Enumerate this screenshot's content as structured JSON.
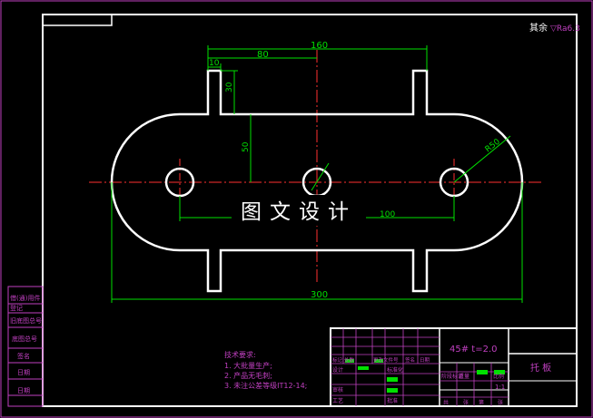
{
  "top_right_note": "其余",
  "roughness_symbol": "▽Ra6.3",
  "dimensions": {
    "overall_length": "300",
    "tab_span": "160",
    "tab_offset": "80",
    "tab_width": "10",
    "tab_height": "30",
    "half_height": "50",
    "hole_spacing": "100",
    "radius": "R50"
  },
  "watermark": "图文设计",
  "tech_requirements": {
    "title": "技术要求:",
    "items": [
      "1. 大批量生产;",
      "2. 产品无毛刺;",
      "3. 未注公差等级IT12-14;"
    ]
  },
  "side_strip": [
    "借(通)用件",
    "登记",
    "旧底图总号",
    "底图总号",
    "签名",
    "日期",
    "日期"
  ],
  "title_block": {
    "material": "45#  t=2.0",
    "part_name": "托  板",
    "scale": "1:1",
    "row_labels": [
      "标记",
      "处数",
      "更改文件号",
      "签名",
      "日期"
    ],
    "left_labels": [
      "设计",
      "审核",
      "工艺"
    ],
    "mid_labels": [
      "标准化",
      "批准"
    ],
    "stage_labels": [
      "阶段标记",
      "重量",
      "比例"
    ],
    "sheet_labels": [
      "共",
      "张",
      "第",
      "张"
    ]
  },
  "colors": {
    "outline": "#ffffff",
    "dimension": "#00e000",
    "centerline": "#ff3030",
    "annotation": "#c040c0",
    "frame": "#ffffff"
  }
}
